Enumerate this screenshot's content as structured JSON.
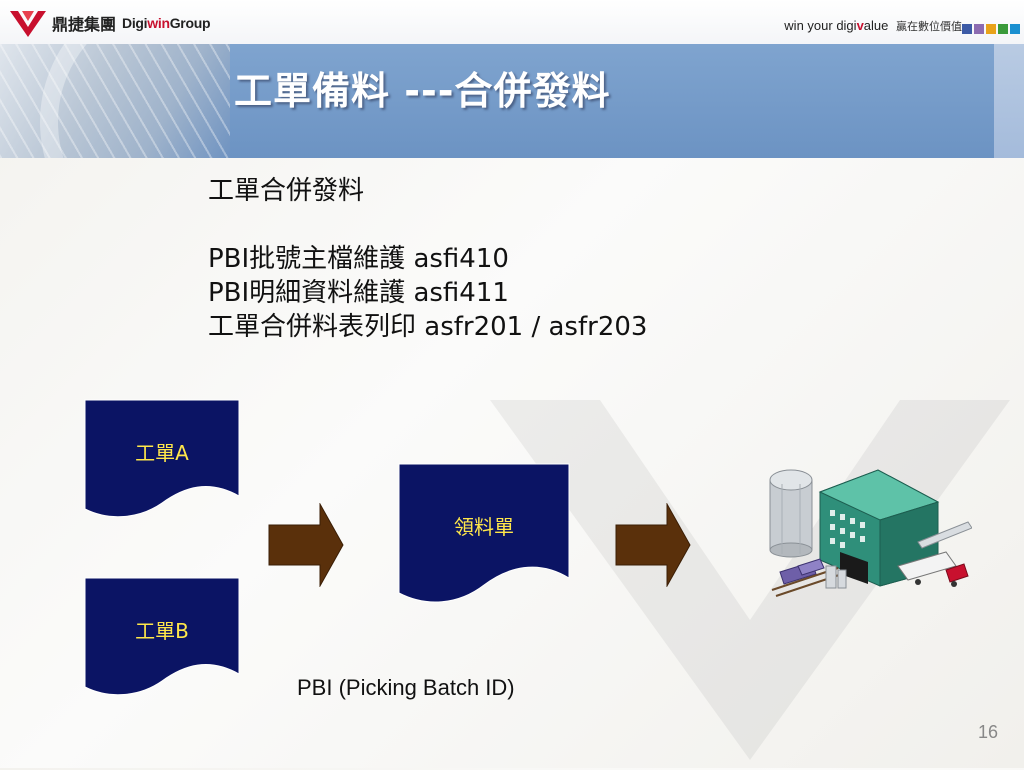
{
  "header": {
    "logo_cn": "鼎捷集團",
    "logo_en_prefix": "Digi",
    "logo_en_mid": "win",
    "logo_en_suffix": "Group",
    "slogan_prefix": "win your digi",
    "slogan_v": "v",
    "slogan_suffix": "alue",
    "slogan_cn": "贏在數位價值",
    "square_colors": [
      "#3c5aa6",
      "#8c6bb1",
      "#e8a21a",
      "#3a9a3a",
      "#1a8fd0"
    ]
  },
  "title": "工單備料 ---合併發料",
  "body": {
    "line1": "工單合併發料",
    "line2": "PBI批號主檔維護 asfi410",
    "line3": "PBI明細資料維護 asfi411",
    "line4": "工單合併料表列印 asfr201 / asfr203"
  },
  "diagram": {
    "doc_a": "工單A",
    "doc_b": "工單B",
    "doc_c": "領料單",
    "caption": "PBI (Picking Batch ID)",
    "doc_color": "#0b1464",
    "doc_label_color": "#ffe74a",
    "arrow_color": "#5a300b"
  },
  "page_number": "16"
}
